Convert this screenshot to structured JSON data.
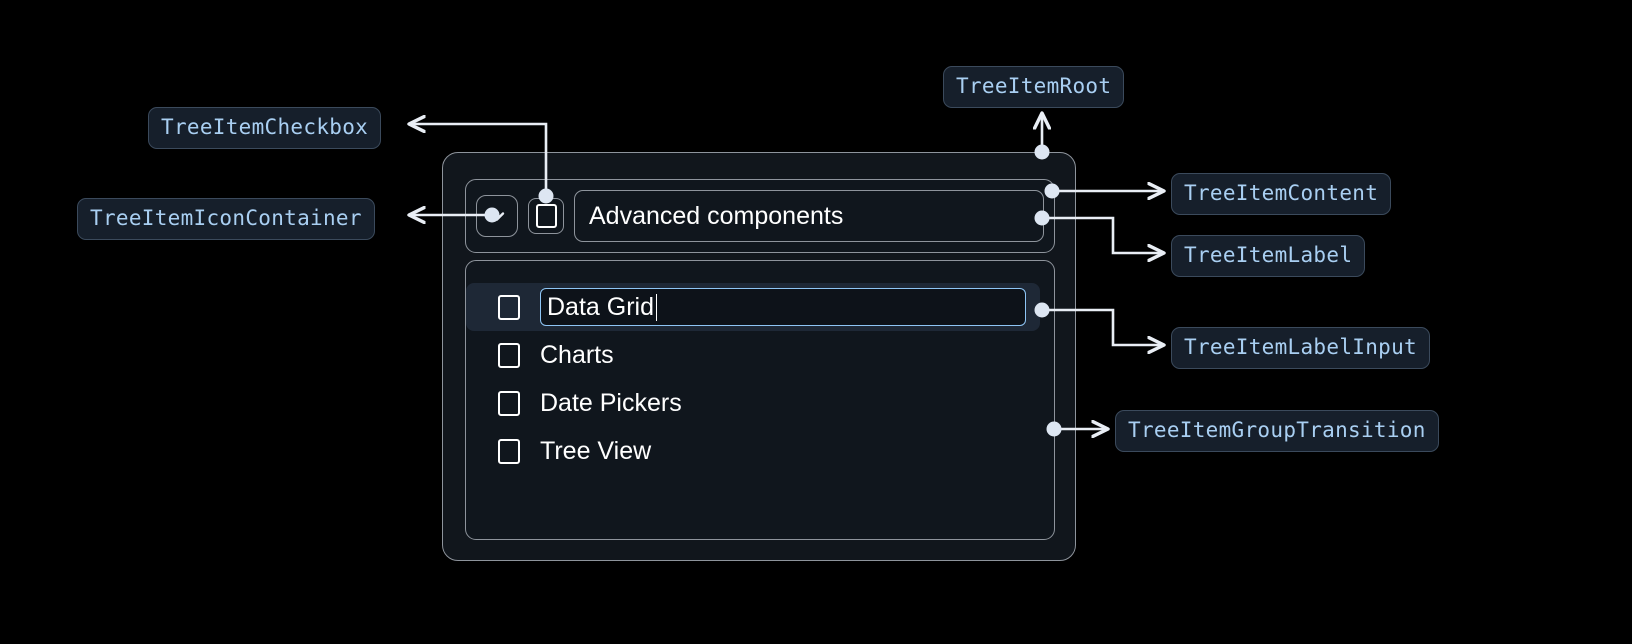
{
  "annotations": [
    {
      "id": "checkbox",
      "label": "TreeItemCheckbox"
    },
    {
      "id": "icon_container",
      "label": "TreeItemIconContainer"
    },
    {
      "id": "root",
      "label": "TreeItemRoot"
    },
    {
      "id": "content",
      "label": "TreeItemContent"
    },
    {
      "id": "label",
      "label": "TreeItemLabel"
    },
    {
      "id": "label_input",
      "label": "TreeItemLabelInput"
    },
    {
      "id": "group_transition",
      "label": "TreeItemGroupTransition"
    }
  ],
  "tree": {
    "root_item": {
      "label": "Advanced components",
      "expand_icon": "chevron-down-icon",
      "checkbox_checked": false,
      "expanded": true
    },
    "children": [
      {
        "label": "Data Grid",
        "checked": false,
        "editing": true,
        "selected": true
      },
      {
        "label": "Charts",
        "checked": false,
        "editing": false,
        "selected": false
      },
      {
        "label": "Date Pickers",
        "checked": false,
        "editing": false,
        "selected": false
      },
      {
        "label": "Tree View",
        "checked": false,
        "editing": false,
        "selected": false
      }
    ]
  },
  "colors": {
    "background": "#000000",
    "panel": "#11161c",
    "border": "#8e949c",
    "badge_bg": "#161f2b",
    "badge_border": "#3b4a5c",
    "badge_text": "#a9cff2",
    "selected_row": "#1e2836",
    "input_focus_border": "#8ec5f5",
    "text": "#ffffff",
    "connector": "#e9eef5"
  }
}
